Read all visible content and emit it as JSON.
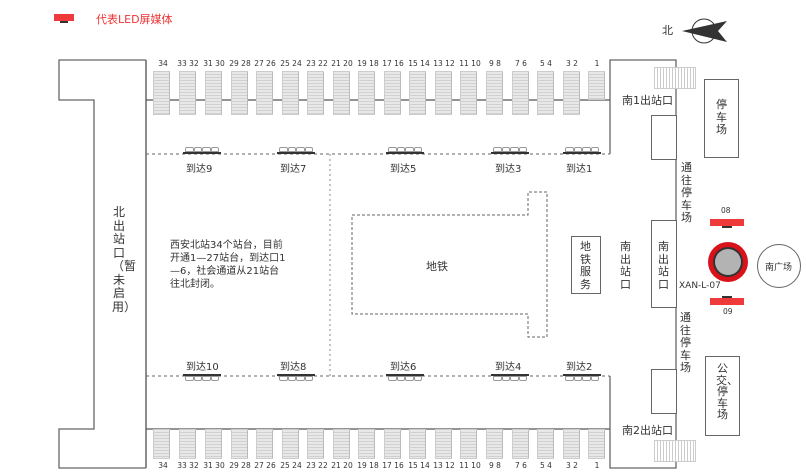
{
  "legend": {
    "label": "代表LED屏媒体",
    "color": "#ee3a3a"
  },
  "compass": {
    "label": "北"
  },
  "tracks": {
    "top_labels": [
      "34",
      "33 32",
      "31 30",
      "29 28",
      "27 26",
      "25 24",
      "23 22",
      "21 20",
      "19 18",
      "17 16",
      "15 14",
      "13 12",
      "11 10",
      "9  8",
      "7  6",
      "5  4",
      "3  2",
      "1"
    ],
    "bottom_labels": [
      "34",
      "33 32",
      "31 30",
      "29 28",
      "27 26",
      "25 24",
      "23 22",
      "21 20",
      "19 18",
      "17 16",
      "15 14",
      "13 12",
      "11 10",
      "9  8",
      "7  6",
      "5  4",
      "3  2",
      "1"
    ]
  },
  "gates_top": [
    {
      "label": "到达9"
    },
    {
      "label": "到达7"
    },
    {
      "label": "到达5"
    },
    {
      "label": "到达3"
    },
    {
      "label": "到达1"
    }
  ],
  "gates_bottom": [
    {
      "label": "到达10"
    },
    {
      "label": "到达8"
    },
    {
      "label": "到达6"
    },
    {
      "label": "到达4"
    },
    {
      "label": "到达2"
    }
  ],
  "areas": {
    "north_exit": "北出站口（暂未启用）",
    "metro": "地铁",
    "metro_service": "地铁服务",
    "south_exit_inner": "南出站口",
    "south_exit_outer": "南出站口",
    "south1_exit": "南1出站口",
    "south2_exit": "南2出站口",
    "parking_top": "停车场",
    "bus_parking": "公交、停车场",
    "to_parking_top": "通往停车场",
    "to_parking_bottom": "通往停车场",
    "south_square": "南广场"
  },
  "note": "西安北站34个站台，目前开通1—27站台，到达口1—6，社会通道从21站台往北封闭。",
  "media": {
    "screen_top": "08",
    "screen_bottom": "09",
    "pillar_id": "XAN-L-07"
  }
}
